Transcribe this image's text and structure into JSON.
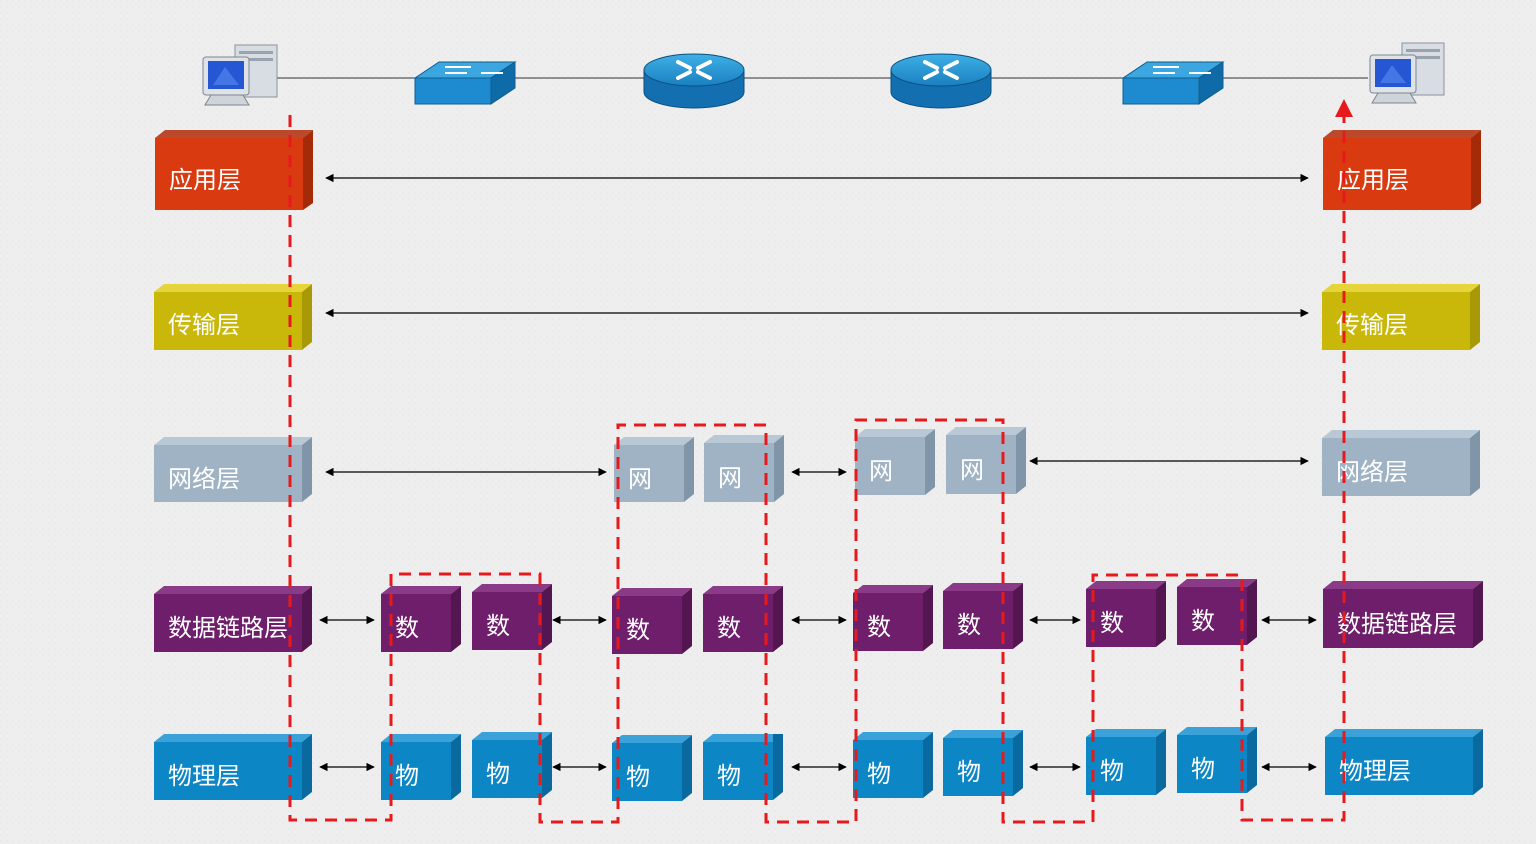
{
  "labels": {
    "app": "应用层",
    "transport": "传输层",
    "network": "网络层",
    "network_short": "网",
    "datalink": "数据链路层",
    "datalink_short": "数",
    "physical": "物理层",
    "physical_short": "物"
  },
  "colors": {
    "app": "#d93a0f",
    "transport": "#c9b80a",
    "network": "#9fb3c4",
    "datalink": "#6e1e6a",
    "physical": "#0d86c6",
    "path": "#e8191c",
    "background": "#eeeeee"
  },
  "devices": [
    "computer-icon",
    "switch-icon",
    "router-icon",
    "router-icon",
    "switch-icon",
    "computer-icon"
  ]
}
